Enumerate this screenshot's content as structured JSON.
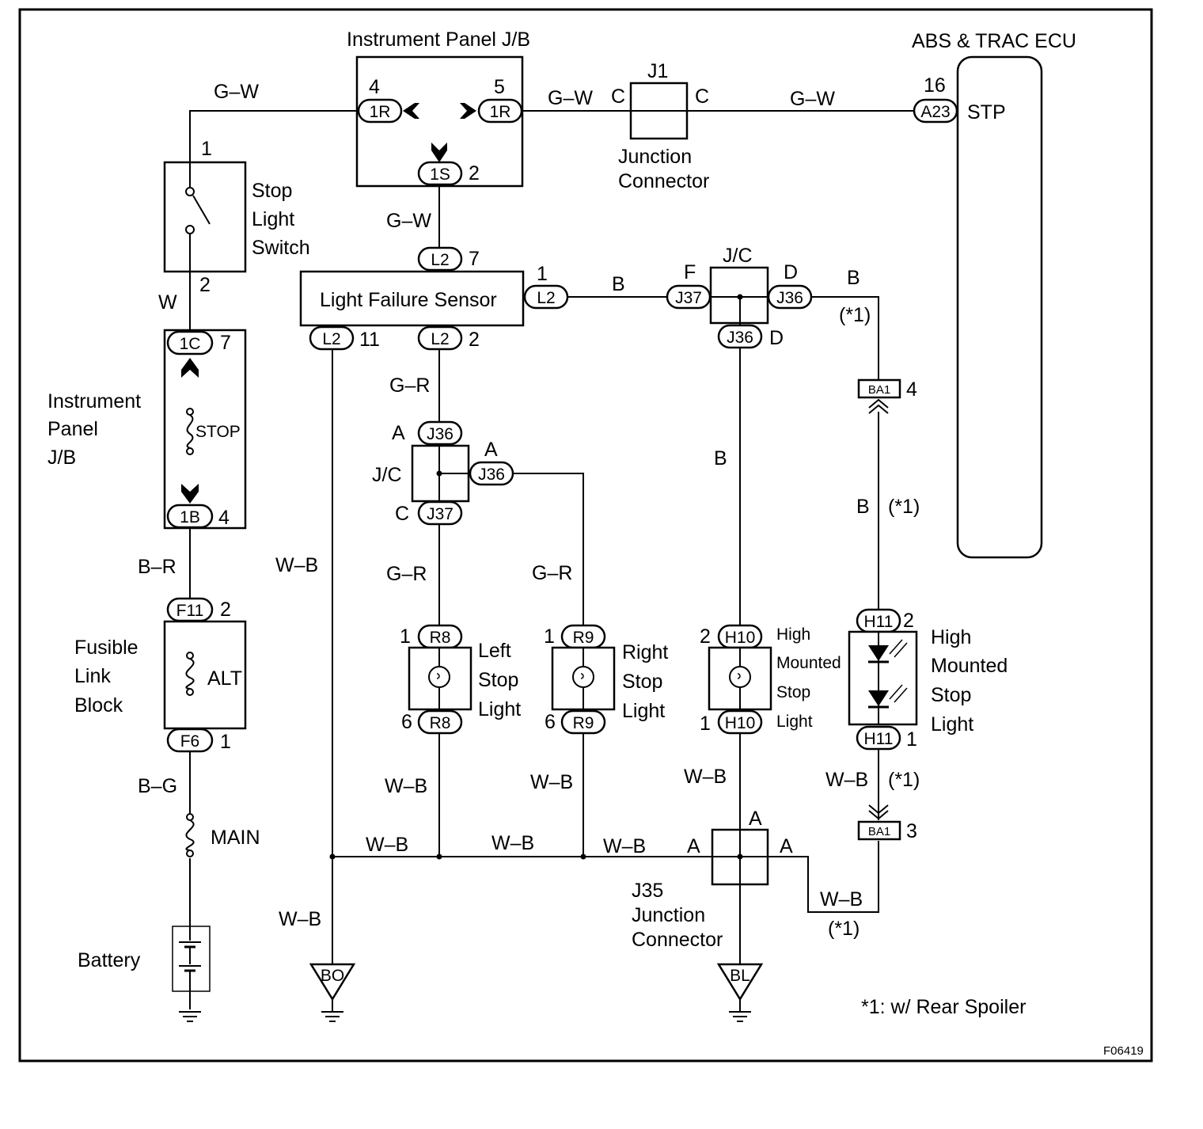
{
  "components": {
    "instrument_panel_jb_top": {
      "title": "Instrument Panel J/B",
      "pin_left": "4",
      "pin_right": "5",
      "pin_bottom": "2",
      "conn_left": "1R",
      "conn_right": "1R",
      "conn_bottom": "1S"
    },
    "j1": {
      "id": "J1",
      "pin_left": "C",
      "pin_right": "C",
      "name_line1": "Junction",
      "name_line2": "Connector"
    },
    "abs_ecu": {
      "title": "ABS & TRAC ECU",
      "pin": "16",
      "conn": "A23",
      "terminal": "STP"
    },
    "stop_light_switch": {
      "line1": "Stop",
      "line2": "Light",
      "line3": "Switch",
      "pin_top": "1",
      "pin_bottom": "2"
    },
    "instrument_panel_jb_left": {
      "line1": "Instrument",
      "line2": "Panel",
      "line3": "J/B",
      "conn_top": "1C",
      "pin_top": "7",
      "fuse": "STOP",
      "conn_bottom": "1B",
      "pin_bottom": "4"
    },
    "fusible_link_block": {
      "line1": "Fusible",
      "line2": "Link",
      "line3": "Block",
      "conn_top": "F11",
      "pin_top": "2",
      "fuse": "ALT",
      "conn_bottom": "F6",
      "pin_bottom": "1"
    },
    "main_fuse": "MAIN",
    "battery": "Battery",
    "light_failure_sensor": {
      "name": "Light Failure Sensor",
      "conn_top": "L2",
      "pin_top": "7",
      "conn_right": "L2",
      "pin_right": "1",
      "conn_bl": "L2",
      "pin_bl": "11",
      "conn_bm": "L2",
      "pin_bm": "2"
    },
    "jc_upper": {
      "name": "J/C",
      "pin_left": "F",
      "conn_left": "J37",
      "pin_right": "D",
      "conn_right": "J36",
      "conn_bottom": "J36",
      "pin_bottom": "D"
    },
    "jc_lower": {
      "name": "J/C",
      "pin_top": "A",
      "conn_top": "J36",
      "pin_right": "A",
      "conn_right": "J36",
      "pin_bottom": "C",
      "conn_bottom": "J37"
    },
    "left_stop_light": {
      "line1": "Left",
      "line2": "Stop",
      "line3": "Light",
      "conn_top": "R8",
      "pin_top": "1",
      "conn_bottom": "R8",
      "pin_bottom": "6"
    },
    "right_stop_light": {
      "line1": "Right",
      "line2": "Stop",
      "line3": "Light",
      "conn_top": "R9",
      "pin_top": "1",
      "conn_bottom": "R9",
      "pin_bottom": "6"
    },
    "hmsl_bulb": {
      "line1": "High",
      "line2": "Mounted",
      "line3": "Stop",
      "line4": "Light",
      "conn_top": "H10",
      "pin_top": "2",
      "conn_bottom": "H10",
      "pin_bottom": "1"
    },
    "hmsl_led": {
      "line1": "High",
      "line2": "Mounted",
      "line3": "Stop",
      "line4": "Light",
      "conn_top": "H11",
      "pin_top": "2",
      "conn_bottom": "H11",
      "pin_bottom": "1"
    },
    "ba1_top": {
      "conn": "BA1",
      "pin": "4"
    },
    "ba1_bottom": {
      "conn": "BA1",
      "pin": "3"
    },
    "j35": {
      "pin_left": "A",
      "pin_top": "A",
      "pin_right": "A",
      "line1": "J35",
      "line2": "Junction",
      "line3": "Connector"
    },
    "ground_bo": "BO",
    "ground_bl": "BL"
  },
  "wires": {
    "gw_switch": "G–W",
    "gw_jb_j1": "G–W",
    "gw_j1_ecu": "G–W",
    "gw_jb_lfs": "G–W",
    "w_switch": "W",
    "br": "B–R",
    "bg": "B–G",
    "b_lfs_jc": "B",
    "b_jc_ba1": "B",
    "b_star_top": "(*1)",
    "b_jc_hmsl": "B",
    "b_ba1_h11": "B",
    "b_ba1_star": "(*1)",
    "gr_lfs_jc": "G–R",
    "gr_jc_r8": "G–R",
    "gr_jc_r9": "G–R",
    "wb_lfs": "W–B",
    "wb_r8": "W–B",
    "wb_r9": "W–B",
    "wb_h10": "W–B",
    "wb_h11": "W–B",
    "wb_h11_star": "(*1)",
    "wb_bus1": "W–B",
    "wb_bus2": "W–B",
    "wb_bus3": "W–B",
    "wb_ground": "W–B",
    "wb_j35_ba1": "W–B",
    "wb_j35_ba1_star": "(*1)"
  },
  "footnote": "*1: w/ Rear Spoiler",
  "figure_id": "F06419"
}
